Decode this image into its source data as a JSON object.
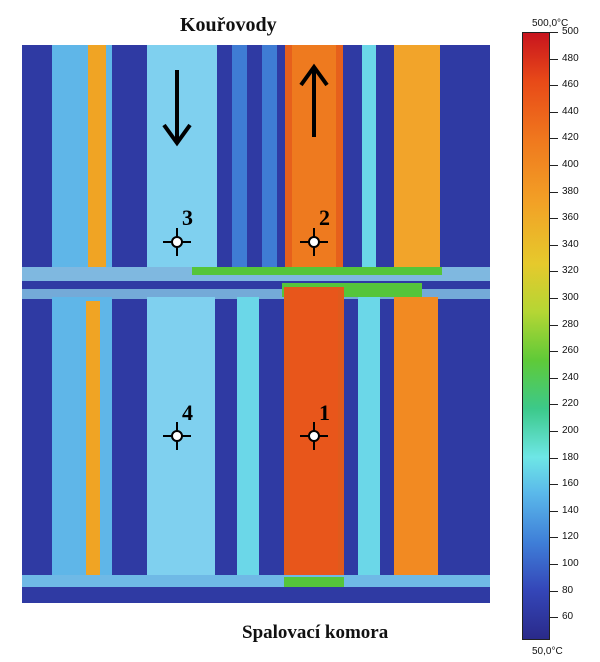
{
  "header": {
    "title": "Kouřovody"
  },
  "footer": {
    "caption": "Spalovací komora"
  },
  "scale": {
    "max_label": "500,0°C",
    "min_label": "50,0°C",
    "ticks": [
      "500",
      "480",
      "460",
      "440",
      "420",
      "400",
      "380",
      "360",
      "340",
      "320",
      "300",
      "280",
      "260",
      "240",
      "220",
      "200",
      "180",
      "160",
      "140",
      "120",
      "100",
      "80",
      "60"
    ]
  },
  "markers": [
    {
      "label": "1"
    },
    {
      "label": "2"
    },
    {
      "label": "3"
    },
    {
      "label": "4"
    }
  ],
  "arrows": {
    "left": "arrow-down-icon",
    "right": "arrow-up-icon"
  },
  "colors": {
    "background": "#2f3aa3",
    "hot": "#e8501c",
    "warm": "#f29a26",
    "cool": "#6fc8ea",
    "green": "#55c53a"
  }
}
